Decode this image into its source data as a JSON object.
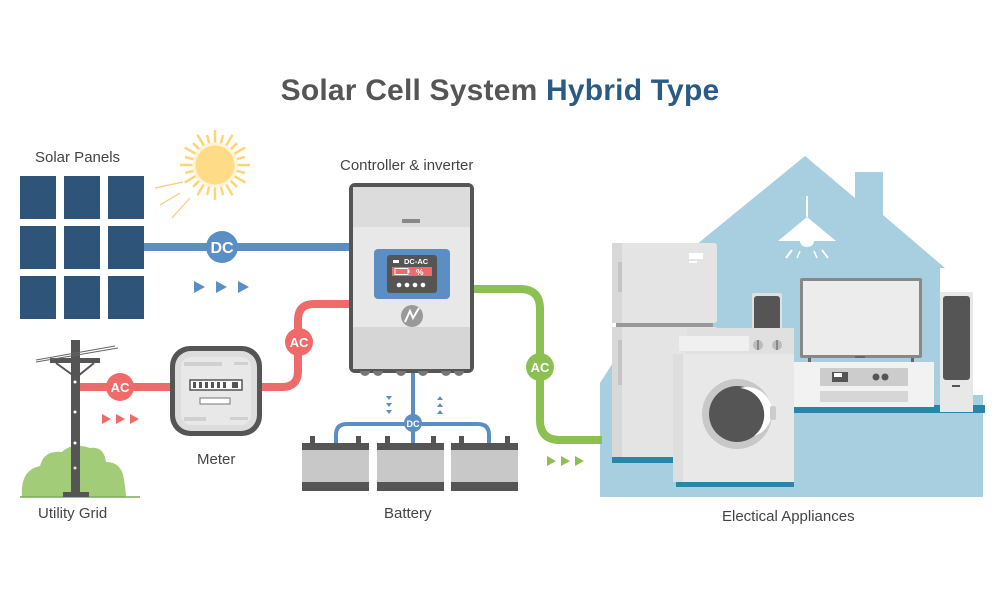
{
  "title": {
    "main": "Solar Cell System ",
    "accent": "Hybrid Type"
  },
  "labels": {
    "solar_panels": "Solar Panels",
    "controller": "Controller & inverter",
    "utility_grid": "Utility Grid",
    "meter": "Meter",
    "battery": "Battery",
    "appliances": "Electical Appliances"
  },
  "badges": {
    "dc_solar": "DC",
    "ac_grid": "AC",
    "ac_meter": "AC",
    "ac_out": "AC",
    "dc_battery": "DC"
  },
  "inverter_display": {
    "mode": "DC-AC",
    "percent": "%"
  },
  "colors": {
    "dc": "#5b8fc4",
    "ac_grid": "#f06a6a",
    "ac_out": "#8cc152",
    "panel": "#2e5479",
    "house": "#a8cfe0",
    "sun": "#fdd47a"
  }
}
